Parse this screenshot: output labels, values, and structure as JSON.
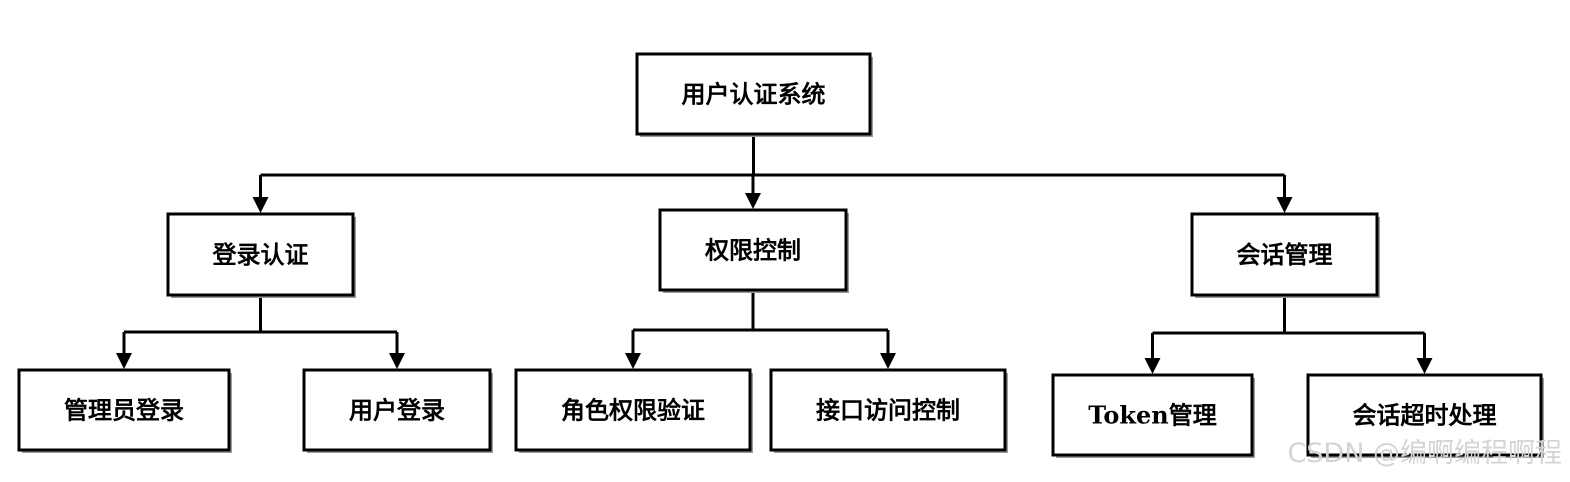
{
  "diagram": {
    "nodes": [
      {
        "id": "root",
        "label": "用户认证系统"
      },
      {
        "id": "login",
        "label": "登录认证"
      },
      {
        "id": "perm",
        "label": "权限控制"
      },
      {
        "id": "session",
        "label": "会话管理"
      },
      {
        "id": "admin_login",
        "label": "管理员登录"
      },
      {
        "id": "user_login",
        "label": "用户登录"
      },
      {
        "id": "role_verify",
        "label": "角色权限验证"
      },
      {
        "id": "api_access",
        "label": "接口访问控制"
      },
      {
        "id": "token_mgmt",
        "label": "Token管理"
      },
      {
        "id": "session_timeout",
        "label": "会话超时处理"
      }
    ],
    "edges": [
      {
        "from": "root",
        "to": "login"
      },
      {
        "from": "root",
        "to": "perm"
      },
      {
        "from": "root",
        "to": "session"
      },
      {
        "from": "login",
        "to": "admin_login"
      },
      {
        "from": "login",
        "to": "user_login"
      },
      {
        "from": "perm",
        "to": "role_verify"
      },
      {
        "from": "perm",
        "to": "api_access"
      },
      {
        "from": "session",
        "to": "token_mgmt"
      },
      {
        "from": "session",
        "to": "session_timeout"
      }
    ]
  },
  "watermark": "CSDN @编啊编程啊程"
}
